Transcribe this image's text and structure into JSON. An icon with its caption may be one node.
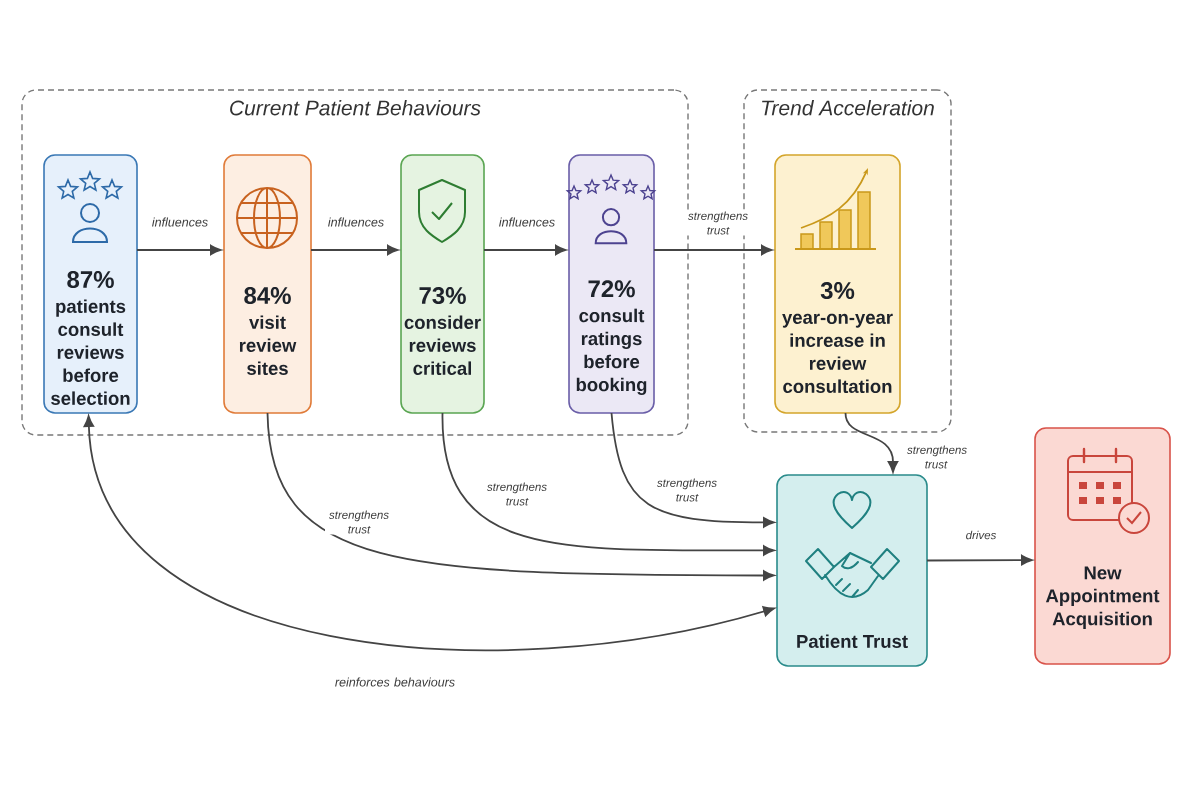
{
  "diagram": {
    "nodes": [
      {
        "text": [
          "Current Patient Behaviours"
        ]
      },
      {
        "text": [
          "87%",
          "patients consult reviews before selection"
        ],
        "in": 0
      },
      {
        "text": [
          "84%",
          "visit review sites"
        ],
        "in": 0
      },
      {
        "text": [
          "73%",
          "consider reviews critical"
        ],
        "in": 0
      },
      {
        "text": [
          "72%",
          "consult ratings before booking"
        ],
        "in": 0
      },
      {
        "text": [
          "Trend Acceleration"
        ]
      },
      {
        "text": [
          "3%",
          "year-on-year increase in review consultation"
        ],
        "in": 5
      },
      {
        "text": [
          "Patient Trust"
        ]
      },
      {
        "text": [
          "New Appointment Acquisition"
        ]
      }
    ],
    "edges": [
      {
        "from": 1,
        "to": 2,
        "arrow": "to",
        "label": "influences"
      },
      {
        "from": 2,
        "to": 3,
        "arrow": "to",
        "label": "influences"
      },
      {
        "from": 3,
        "to": 4,
        "arrow": "to",
        "label": "influences"
      },
      {
        "from": 4,
        "to": 6,
        "arrow": "to",
        "label": "strengthens trust"
      },
      {
        "from": 6,
        "to": 7,
        "arrow": "to",
        "label": "strengthens trust"
      },
      {
        "from": 4,
        "to": 7,
        "arrow": "to",
        "label": "strengthens trust"
      },
      {
        "from": 3,
        "to": 7,
        "arrow": "to",
        "label": "strengthens trust"
      },
      {
        "from": 2,
        "to": 7,
        "arrow": "to",
        "label": "strengthens trust"
      },
      {
        "from": 7,
        "to": 1,
        "arrow": "both",
        "label": "reinforces behaviours"
      },
      {
        "from": 7,
        "to": 8,
        "arrow": "to",
        "label": "drives"
      }
    ]
  }
}
